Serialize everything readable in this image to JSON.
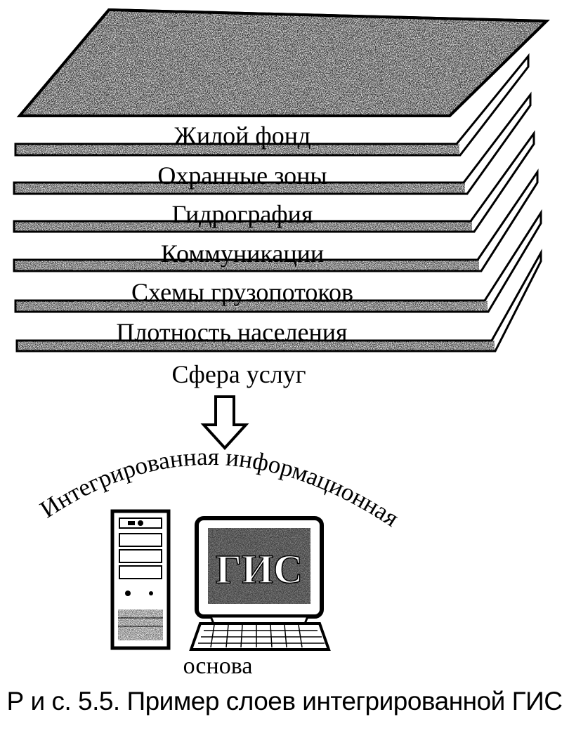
{
  "figure": {
    "layers": [
      "Жилой фонд",
      "Охранные зоны",
      "Гидрография",
      "Коммуникации",
      "Схемы грузопотоков",
      "Плотность населения",
      "Сфера услуг"
    ],
    "arc_text": "Интегрированная информационная",
    "monitor_text": "ГИС",
    "base_text": "основа",
    "caption": "Р и с. 5.5. Пример слоев интегрированной ГИС"
  },
  "colors": {
    "ink": "#000000",
    "paper": "#ffffff",
    "map_texture": "#6a6a6a",
    "screen": "#555555"
  }
}
